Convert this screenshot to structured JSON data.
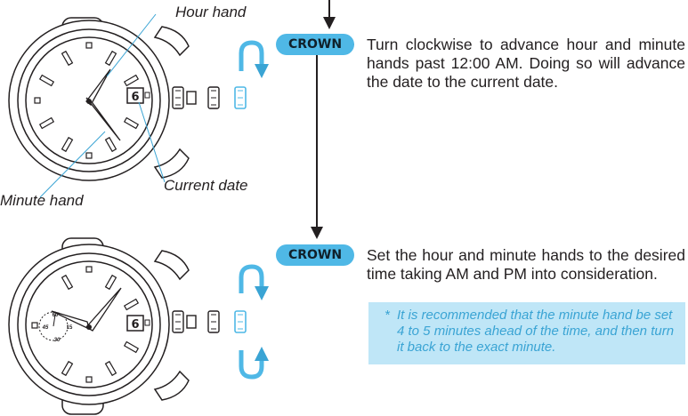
{
  "labels": {
    "hour_hand": "Hour hand",
    "minute_hand": "Minute hand",
    "current_date": "Current date"
  },
  "step1": {
    "badge": "CROWN",
    "text": "Turn clockwise to advance hour and minute hands past 12:00 AM. Doing so will advance the date to the current date."
  },
  "step2": {
    "badge": "CROWN",
    "text": "Set the hour and minute hands to the desired time taking AM and PM into consideration.",
    "note_marker": "*",
    "note": "It is recommended that the minute hand be set 4 to 5 minutes ahead of the time, and then turn it back to the exact minute."
  },
  "watch": {
    "date_digit": "6",
    "subdial_numbers": [
      "60",
      "45",
      "15",
      "30"
    ]
  },
  "colors": {
    "accent": "#4fb8e6",
    "note_bg": "#bfe6f7",
    "note_text": "#3aa4d4",
    "ink": "#231f20"
  }
}
